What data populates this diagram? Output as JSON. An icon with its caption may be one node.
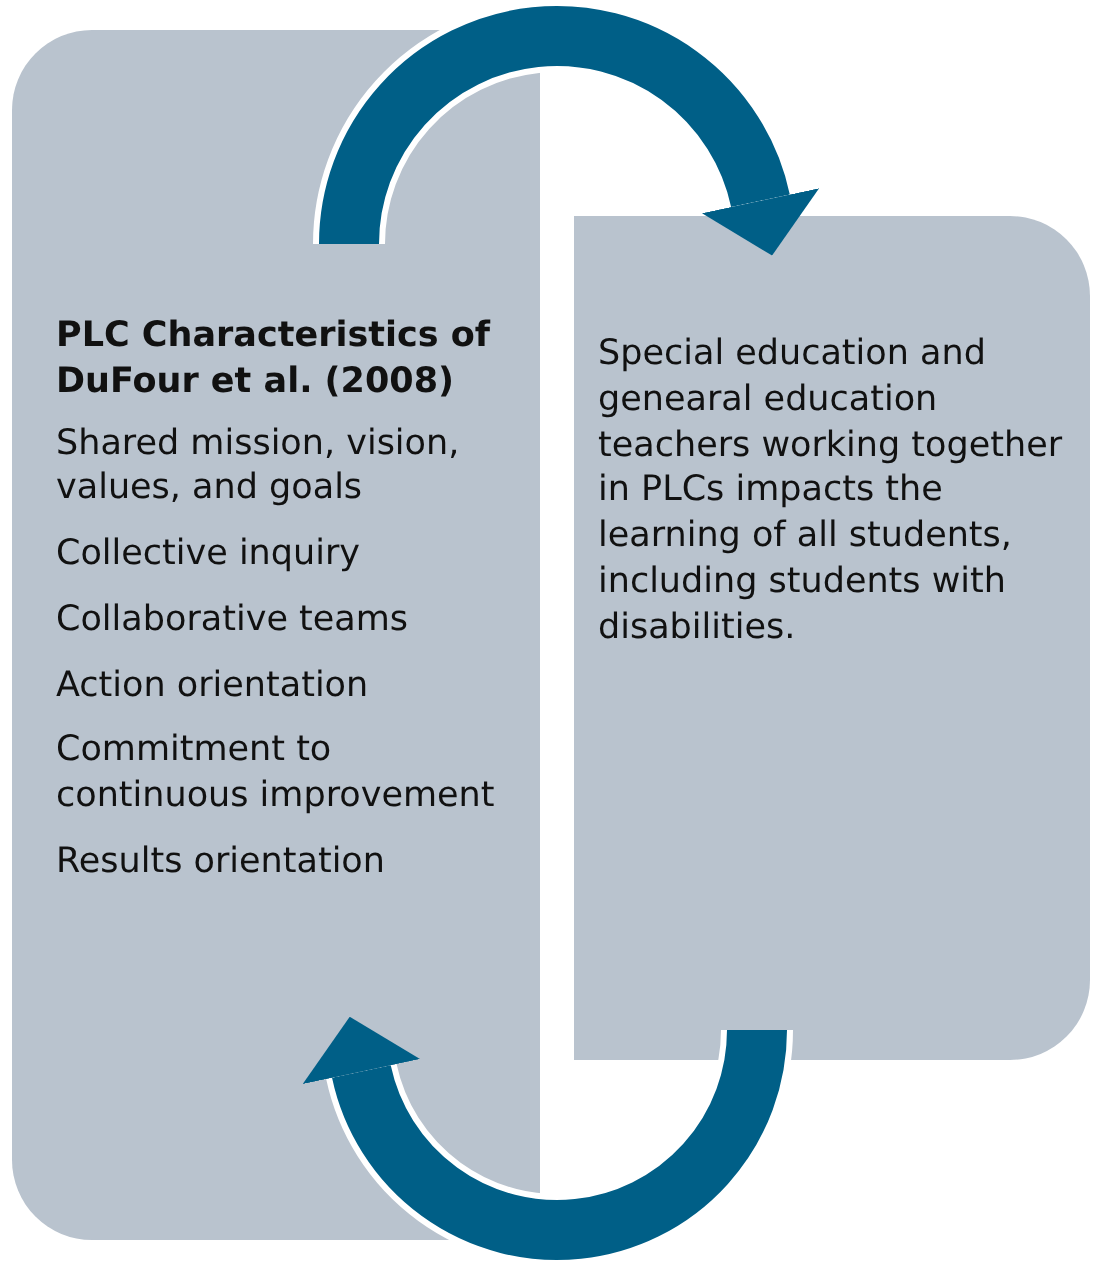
{
  "diagram": {
    "nodes": [
      {
        "text": [
          "PLC Characteristics of DuFour et al. (2008)",
          "Shared mission, vision, values, and goals",
          "Collective inquiry",
          "Collaborative teams",
          "Action orientation",
          "Commitment to continuous improvement",
          "Results orientation"
        ]
      },
      {
        "text": [
          "Special education and genearal education teachers working together in PLCs impacts the learning of all students, including students with disabilities."
        ]
      }
    ],
    "edges": [
      {
        "from": 0,
        "to": 1,
        "arrow": "to"
      },
      {
        "from": 1,
        "to": 0,
        "arrow": "to"
      }
    ]
  }
}
